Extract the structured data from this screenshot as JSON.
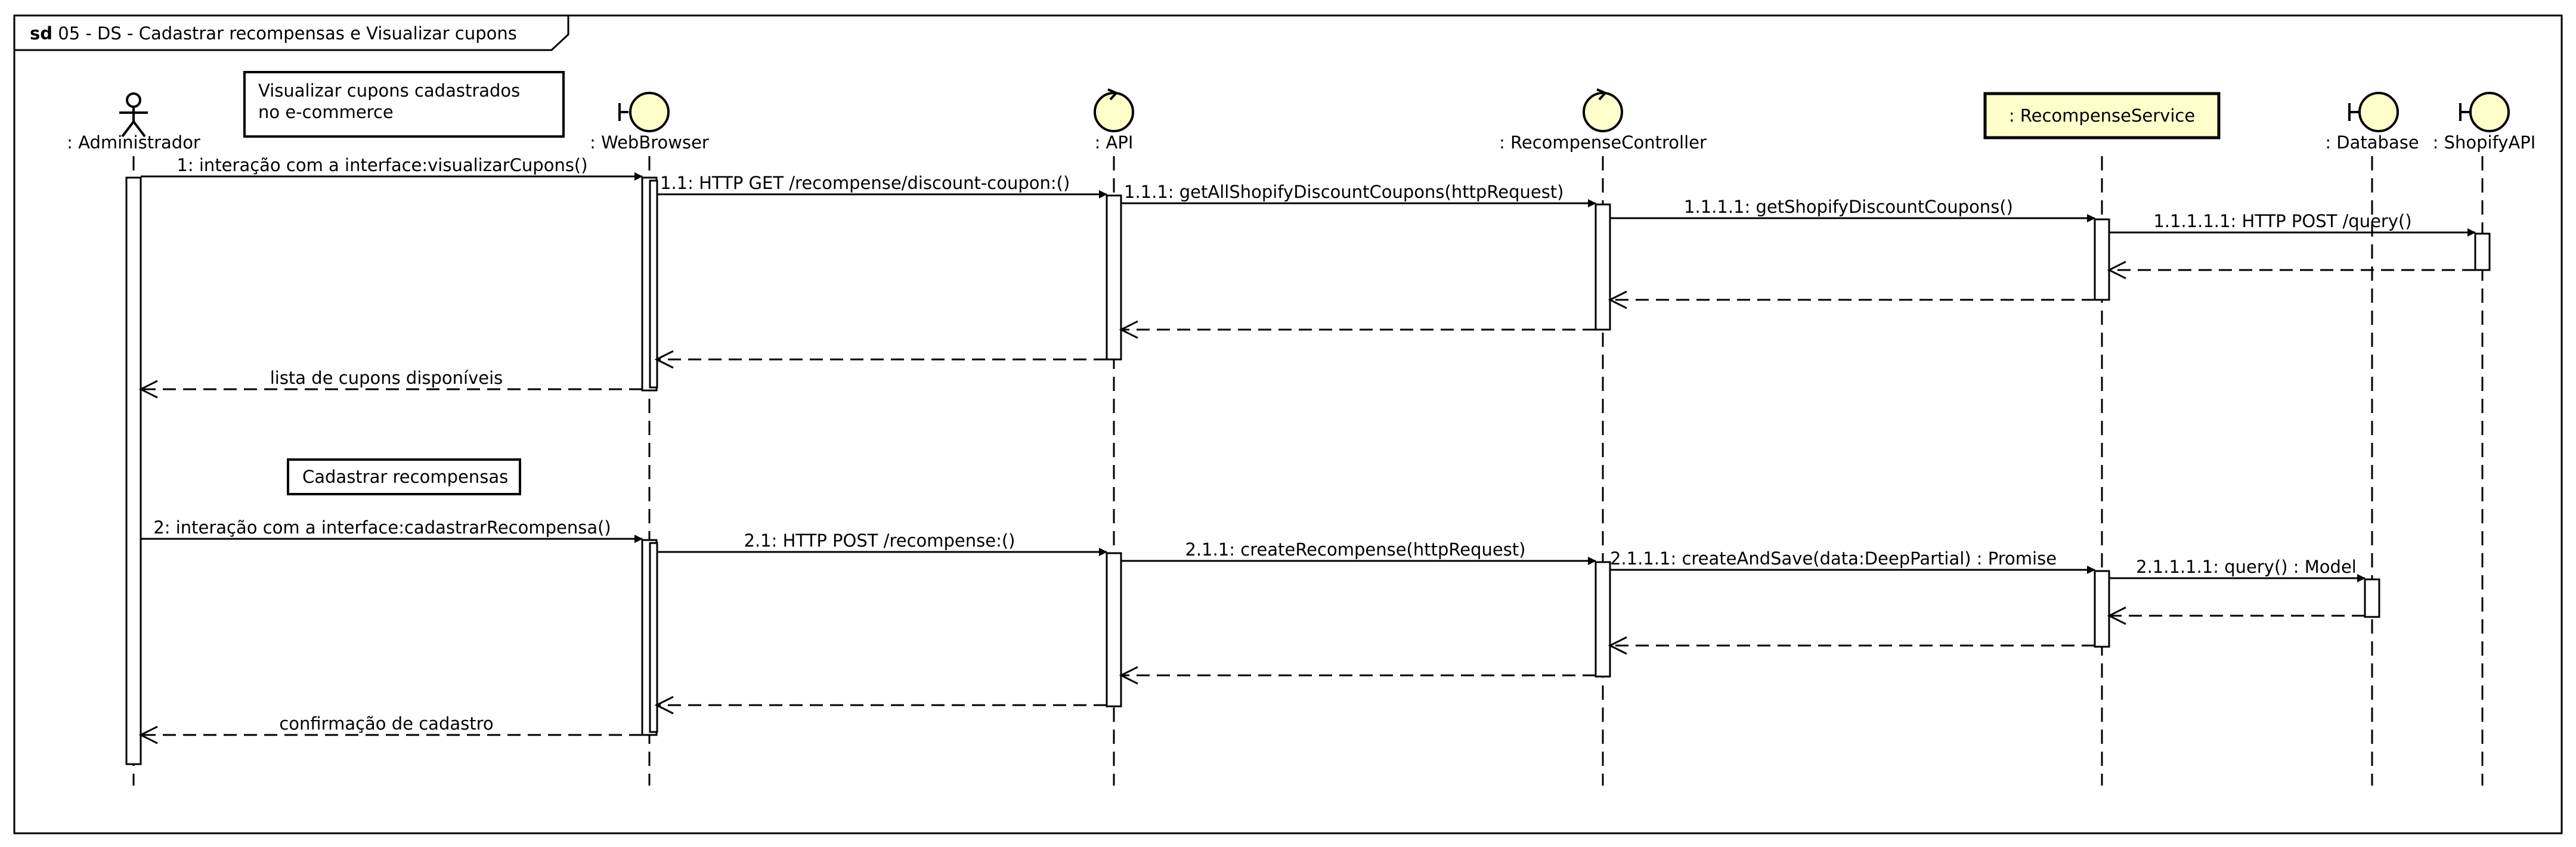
{
  "frame": {
    "keyword": "sd",
    "title": " 05 - DS - Cadastrar recompensas e Visualizar cupons"
  },
  "notes": [
    {
      "lines": [
        "Visualizar cupons cadastrados",
        "no e-commerce"
      ]
    },
    {
      "lines": [
        "Cadastrar recompensas"
      ]
    }
  ],
  "participants": [
    {
      "label": ": Administrador",
      "icon": "actor-icon"
    },
    {
      "label": ": WebBrowser",
      "icon": "boundary-icon"
    },
    {
      "label": ": API",
      "icon": "control-icon"
    },
    {
      "label": ": RecompenseController",
      "icon": "control-icon"
    },
    {
      "label": ": RecompenseService",
      "icon": "class-box"
    },
    {
      "label": ": Database",
      "icon": "boundary-icon"
    },
    {
      "label": ": ShopifyAPI",
      "icon": "boundary-icon"
    }
  ],
  "messages": [
    {
      "label": "1: interação com a interface:visualizarCupons()",
      "from": 0,
      "to": 1,
      "kind": "call"
    },
    {
      "label": "1.1: HTTP GET /recompense/discount-coupon:()",
      "from": 1,
      "to": 2,
      "kind": "call"
    },
    {
      "label": "1.1.1: getAllShopifyDiscountCoupons(httpRequest)",
      "from": 2,
      "to": 3,
      "kind": "call"
    },
    {
      "label": "1.1.1.1: getShopifyDiscountCoupons()",
      "from": 3,
      "to": 4,
      "kind": "call"
    },
    {
      "label": "1.1.1.1.1: HTTP POST /query()",
      "from": 4,
      "to": 6,
      "kind": "call"
    },
    {
      "label": "",
      "from": 6,
      "to": 4,
      "kind": "return"
    },
    {
      "label": "",
      "from": 4,
      "to": 3,
      "kind": "return"
    },
    {
      "label": "",
      "from": 3,
      "to": 2,
      "kind": "return"
    },
    {
      "label": "",
      "from": 2,
      "to": 1,
      "kind": "return"
    },
    {
      "label": "lista de cupons disponíveis",
      "from": 1,
      "to": 0,
      "kind": "return"
    },
    {
      "label": "2: interação com a interface:cadastrarRecompensa()",
      "from": 0,
      "to": 1,
      "kind": "call"
    },
    {
      "label": "2.1: HTTP POST /recompense:()",
      "from": 1,
      "to": 2,
      "kind": "call"
    },
    {
      "label": "2.1.1: createRecompense(httpRequest)",
      "from": 2,
      "to": 3,
      "kind": "call"
    },
    {
      "label": "2.1.1.1: createAndSave(data:DeepPartial) : Promise",
      "from": 3,
      "to": 4,
      "kind": "call"
    },
    {
      "label": "2.1.1.1.1: query() : Model",
      "from": 4,
      "to": 5,
      "kind": "call"
    },
    {
      "label": "",
      "from": 5,
      "to": 4,
      "kind": "return"
    },
    {
      "label": "",
      "from": 4,
      "to": 3,
      "kind": "return"
    },
    {
      "label": "",
      "from": 3,
      "to": 2,
      "kind": "return"
    },
    {
      "label": "",
      "from": 2,
      "to": 1,
      "kind": "return"
    },
    {
      "label": "confirmação de cadastro",
      "from": 1,
      "to": 0,
      "kind": "return"
    }
  ],
  "colors": {
    "stroke": "#000000",
    "participant_fill": "#ffffcc",
    "background": "#ffffff"
  }
}
